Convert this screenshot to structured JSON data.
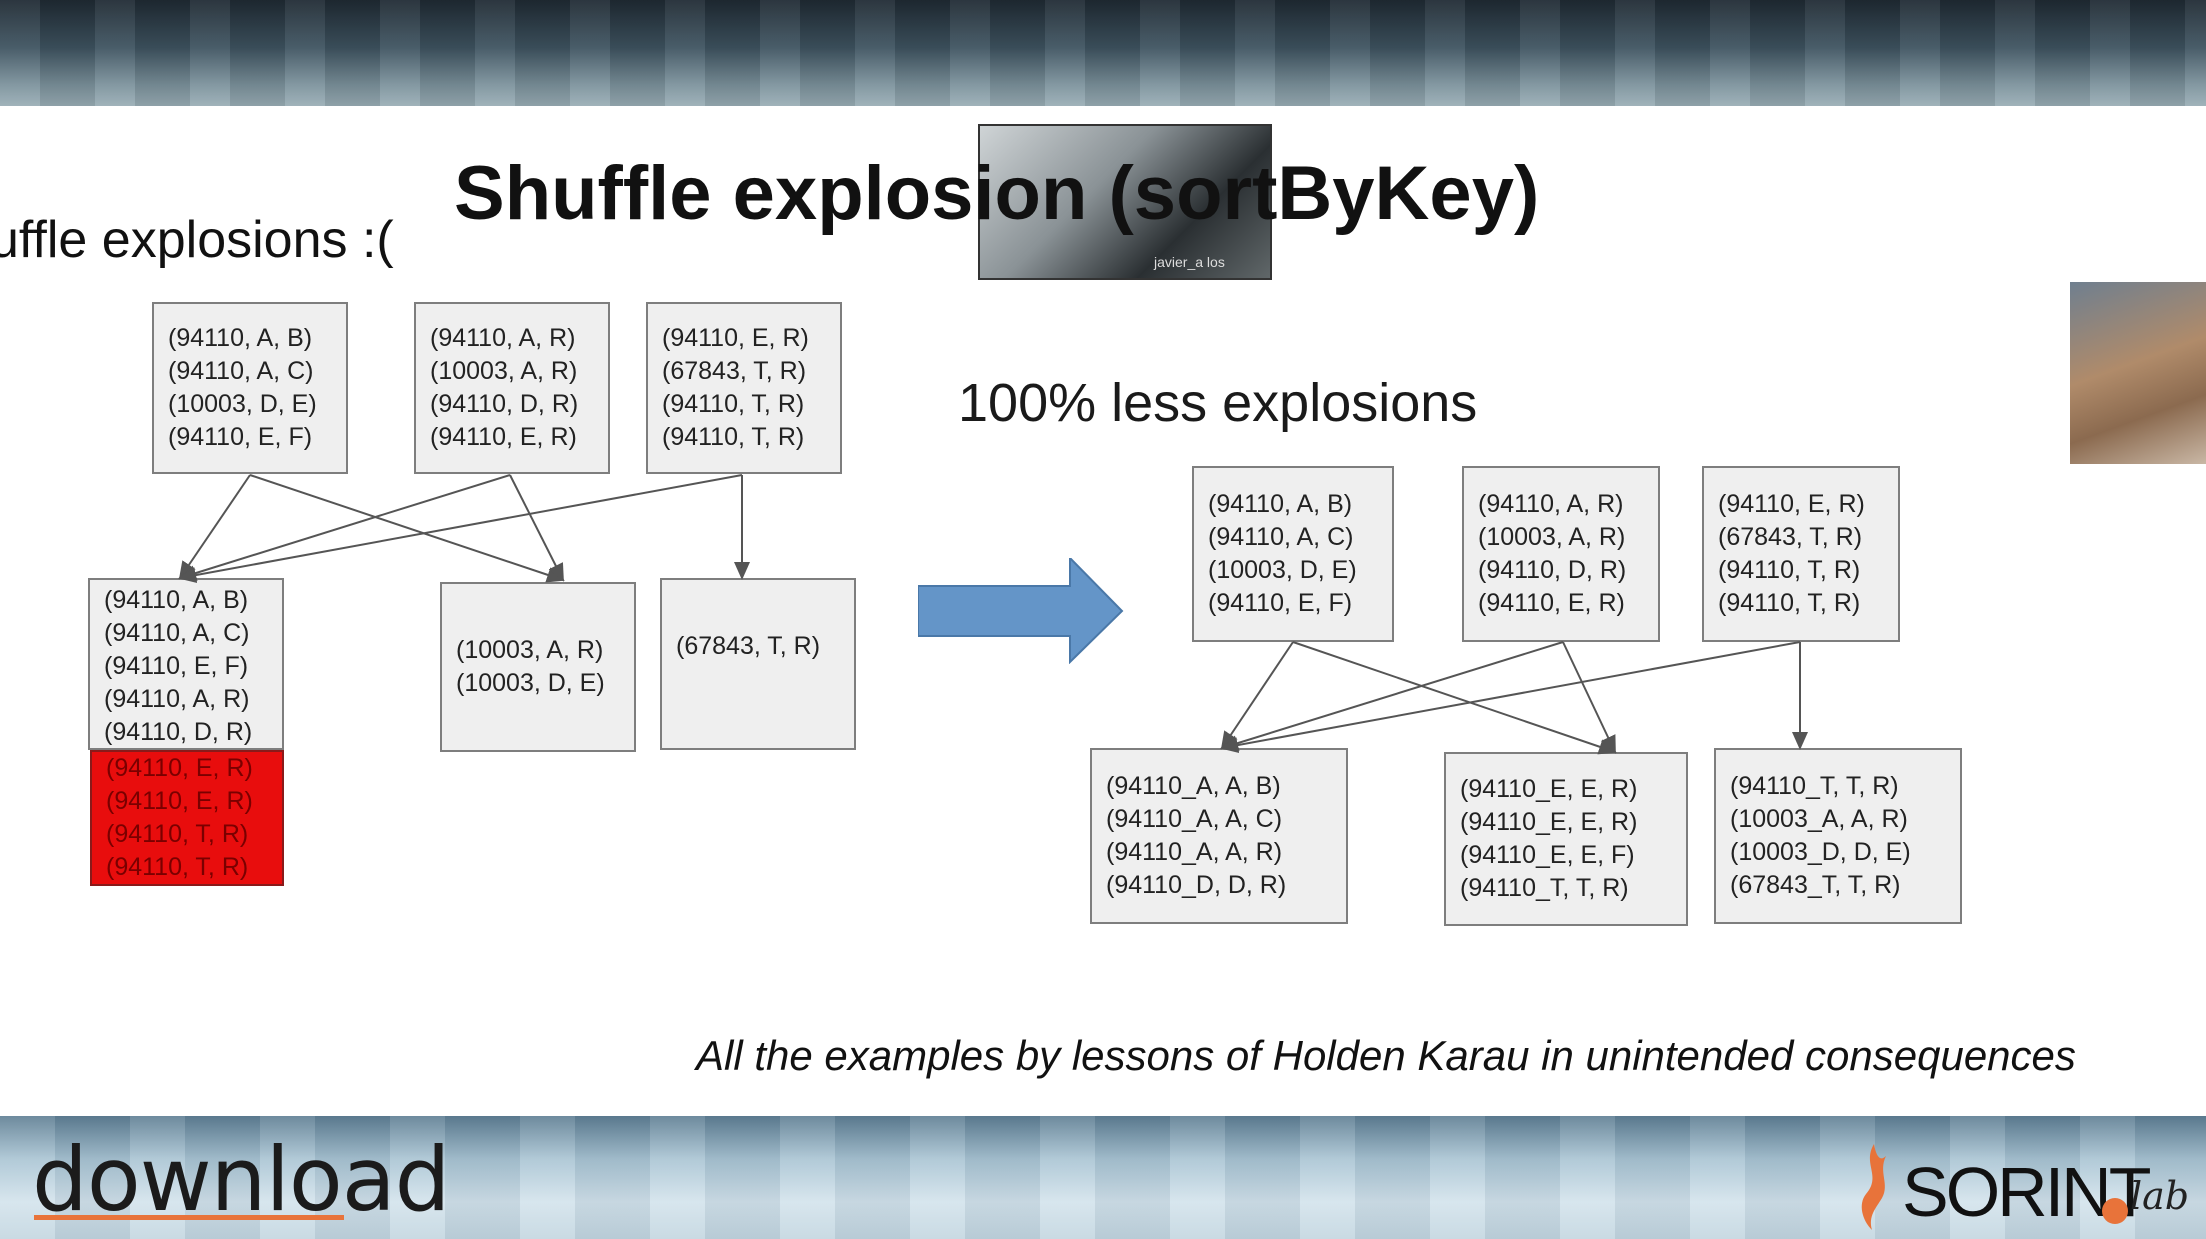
{
  "slide": {
    "title": "Shuffle explosion (sortByKey)",
    "ghost_title": "uffle explosions :(",
    "subtitle": "100% less explosions",
    "caption": "All the examples by lessons of Holden Karau in unintended consequences",
    "photo_watermark": "javier_a los"
  },
  "logos": {
    "left": "download",
    "right_brand": "SORINT",
    "right_sub": "lab"
  },
  "colors": {
    "explosion_red": "#e80d0d",
    "arrow_blue": "#6495c8",
    "accent_orange": "#e8733a"
  },
  "before": {
    "inputs": [
      [
        "(94110, A, B)",
        "(94110, A, C)",
        "(10003, D, E)",
        "(94110, E, F)"
      ],
      [
        "(94110, A, R)",
        "(10003, A, R)",
        "(94110, D, R)",
        "(94110, E, R)"
      ],
      [
        "(94110, E, R)",
        "(67843, T, R)",
        "(94110, T, R)",
        "(94110, T, R)"
      ]
    ],
    "outputs": {
      "partition1_normal": [
        "(94110, A, B)",
        "(94110, A, C)",
        "(94110, E, F)",
        "(94110, A, R)",
        "(94110, D, R)"
      ],
      "partition1_overflow": [
        "(94110, E, R)",
        "(94110, E, R)",
        "(94110, T, R)",
        "(94110, T, R)"
      ],
      "partition2": [
        "(10003, A, R)",
        "(10003, D, E)"
      ],
      "partition3": [
        "(67843, T, R)"
      ]
    }
  },
  "after": {
    "inputs": [
      [
        "(94110, A, B)",
        "(94110, A, C)",
        "(10003, D, E)",
        "(94110, E, F)"
      ],
      [
        "(94110, A, R)",
        "(10003, A, R)",
        "(94110, D, R)",
        "(94110, E, R)"
      ],
      [
        "(94110, E, R)",
        "(67843, T, R)",
        "(94110, T, R)",
        "(94110, T, R)"
      ]
    ],
    "outputs": [
      [
        "(94110_A, A, B)",
        "(94110_A, A, C)",
        "(94110_A, A, R)",
        "(94110_D, D, R)"
      ],
      [
        "(94110_E, E, R)",
        "(94110_E, E, R)",
        "(94110_E, E, F)",
        "(94110_T, T, R)"
      ],
      [
        "(94110_T, T, R)",
        "(10003_A, A, R)",
        "(10003_D, D, E)",
        "(67843_T, T, R)"
      ]
    ]
  }
}
